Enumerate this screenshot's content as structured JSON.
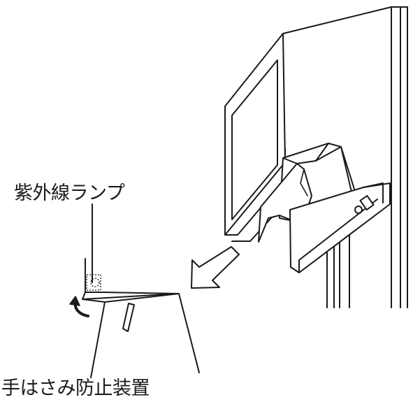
{
  "labels": {
    "uv_lamp": "紫外線ランプ",
    "pinch_guard": "手はさみ防止装置"
  },
  "icons": {
    "direction_arrow": "hollow-arrow-down-left",
    "rotation_arrow": "curved-arrow"
  }
}
